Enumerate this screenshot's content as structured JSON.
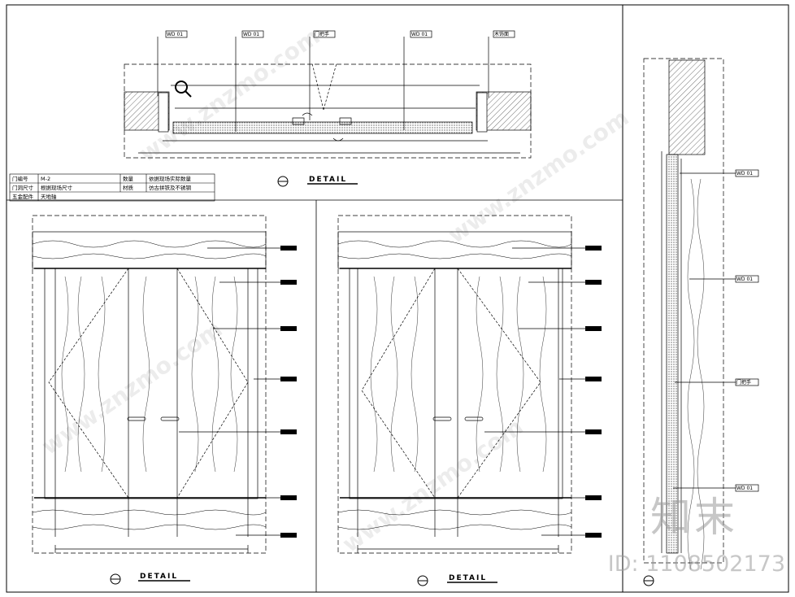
{
  "info_table": [
    [
      "门编号",
      "M-2",
      "数量",
      "依据现场实际数量"
    ],
    [
      "门洞尺寸",
      "根据现场尺寸",
      "材质",
      "仿古拼铁及不锈钢"
    ],
    [
      "五金配件",
      "天地轴",
      "",
      ""
    ]
  ],
  "detail_labels": {
    "plan": "DETAIL",
    "elevation_left": "DETAIL",
    "elevation_right": "DETAIL"
  },
  "tags": {
    "wd01": "WD 01",
    "wood": "木饰面",
    "glass": "门把手"
  },
  "icons": [
    "magnifier-icon",
    "section-marker-icon"
  ],
  "watermark": {
    "site": "www.znzmo.com",
    "brand": "知末",
    "id": "ID: 1108502173"
  },
  "colors": {
    "line": "#000000",
    "hatch": "#333333",
    "watermark": "#9a9a9a"
  }
}
